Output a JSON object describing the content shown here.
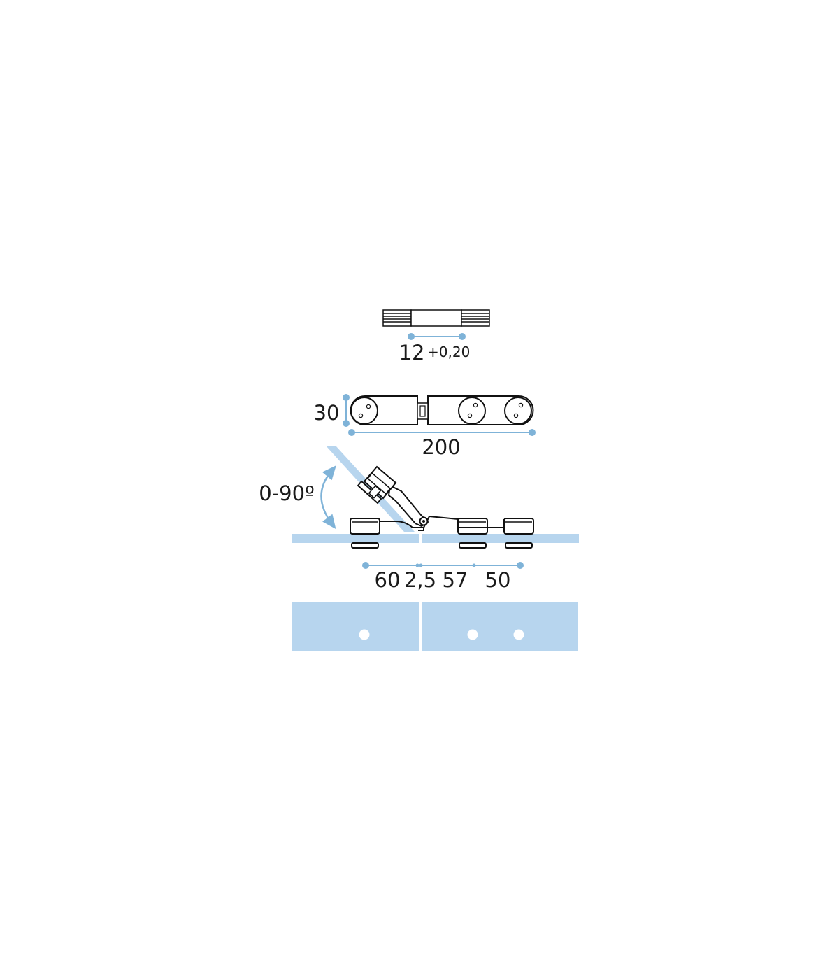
{
  "colors": {
    "dimension_line": "#7fb3d8",
    "glass": "#b7d5ee",
    "line": "#111111",
    "background": "#ffffff"
  },
  "top_view": {
    "gap_value": "12",
    "gap_tolerance": "+0,20"
  },
  "plan_view": {
    "height_value": "30",
    "length_value": "200"
  },
  "side_view": {
    "angle_label": "0-90º",
    "spacing": [
      "60",
      "2,5",
      "57",
      "50"
    ]
  }
}
